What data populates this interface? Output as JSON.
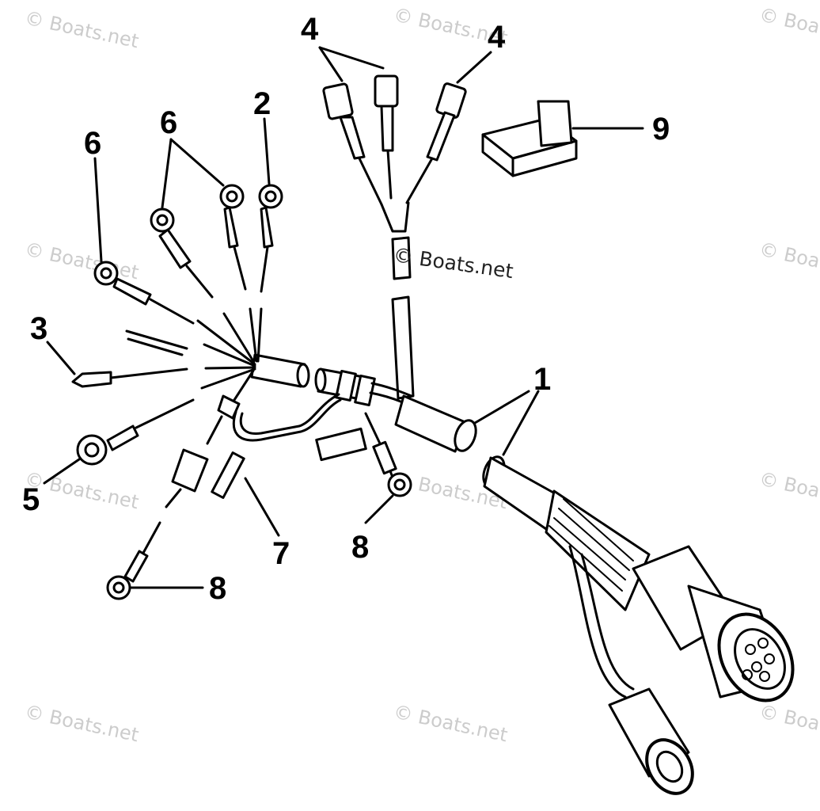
{
  "diagram": {
    "callouts": [
      {
        "id": "c1",
        "label": "1"
      },
      {
        "id": "c2",
        "label": "2"
      },
      {
        "id": "c3",
        "label": "3"
      },
      {
        "id": "c4a",
        "label": "4"
      },
      {
        "id": "c4b",
        "label": "4"
      },
      {
        "id": "c5",
        "label": "5"
      },
      {
        "id": "c6a",
        "label": "6"
      },
      {
        "id": "c6b",
        "label": "6"
      },
      {
        "id": "c7",
        "label": "7"
      },
      {
        "id": "c8a",
        "label": "8"
      },
      {
        "id": "c8b",
        "label": "8"
      },
      {
        "id": "c9",
        "label": "9"
      }
    ]
  },
  "watermark": {
    "text": "© Boats.net"
  }
}
